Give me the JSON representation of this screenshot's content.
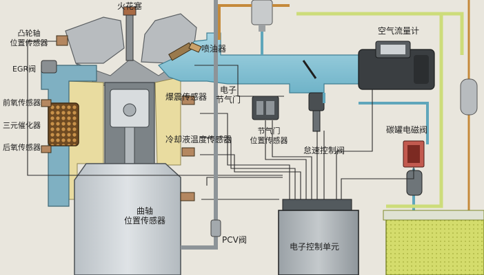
{
  "labels": {
    "spark_plug": "火花塞",
    "camshaft_sensor": "凸轮轴\n位置传感器",
    "egr_valve": "EGR阀",
    "injector": "喷油器",
    "air_flow_meter": "空气流量计",
    "front_o2": "前氧传感器",
    "catalyst": "三元催化器",
    "rear_o2": "后氧传感器",
    "knock_sensor": "爆震传感器",
    "electronic_throttle": "电子\n节气门",
    "throttle_position": "节气门\n位置传感器",
    "idle_valve": "怠速控制阀",
    "canister_valve": "碳罐电磁阀",
    "coolant_temp": "冷却液温度传感器",
    "crank_sensor": "曲轴\n位置传感器",
    "pcv_valve": "PCV阀",
    "ecu": "电子控制单元"
  },
  "colors": {
    "background": "#e9e6dd",
    "intake": "#8cc7d8",
    "coolant": "#e9dca0",
    "block": "#c9cfd3",
    "ecu": "#a9b0b5",
    "wire": "#2a2a2a",
    "fuel": "#d9e07a",
    "catalyst": "#b07a3a"
  }
}
